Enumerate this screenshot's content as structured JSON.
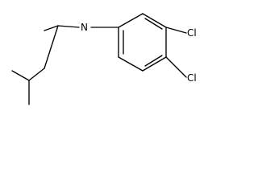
{
  "molecule": {
    "atoms": {
      "nitrogen": "N",
      "chlorine_top": "Cl",
      "chlorine_bottom": "Cl"
    },
    "colors": {
      "bond": "#000000",
      "label": "#000000",
      "background": "#ffffff"
    }
  }
}
